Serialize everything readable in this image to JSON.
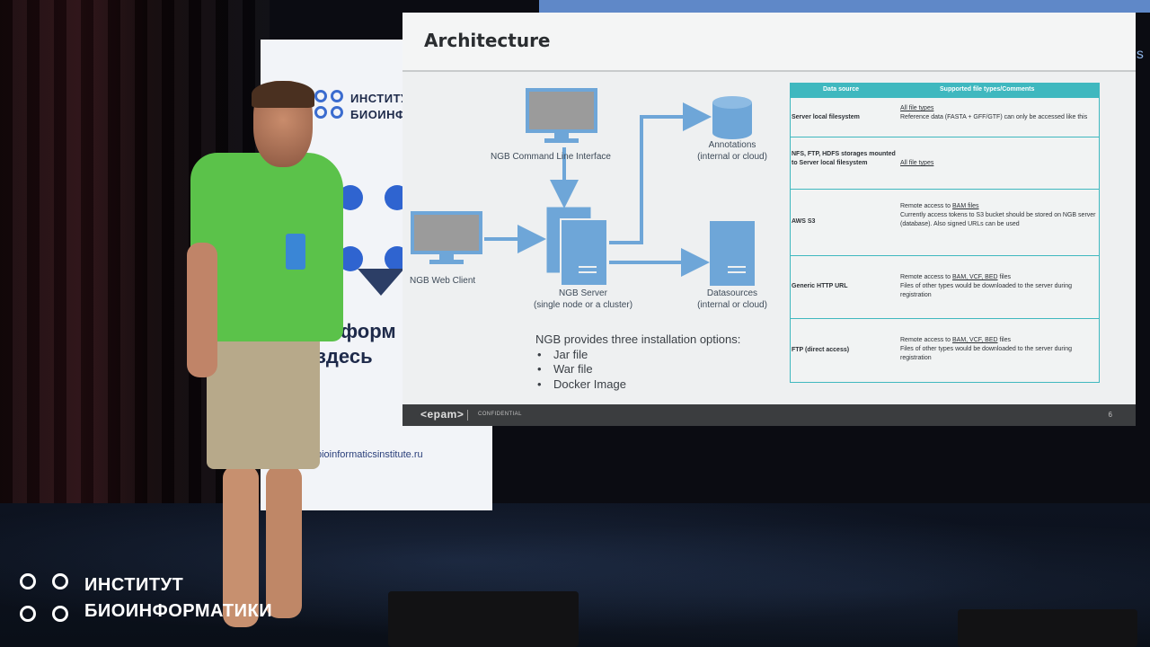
{
  "slide": {
    "title": "Architecture",
    "side_fragment": "ns",
    "diagram": {
      "cli_label": "NGB Command   Line Interface",
      "annotations_label": "Annotations",
      "annotations_sub": "(internal or cloud)",
      "web_client_label": "NGB Web Client",
      "server_label": "NGB Server",
      "server_sub": "(single node or a cluster)",
      "datasources_label": "Datasources",
      "datasources_sub": "(internal or cloud)"
    },
    "install": {
      "heading": "NGB provides three installation options:",
      "options": [
        "Jar file",
        "War file",
        "Docker Image"
      ]
    },
    "table": {
      "col1": "Data source",
      "col2": "Supported file types/Comments",
      "rows": [
        {
          "source": "Server local filesystem",
          "link": "All file types",
          "comment": "Reference data (FASTA + GFF/GTF) can only be accessed like this"
        },
        {
          "source": "NFS, FTP, HDFS storages mounted to Server local filesystem",
          "link": "All file types",
          "comment": ""
        },
        {
          "source": "AWS S3",
          "lead": "Remote access to",
          "link": "BAM files",
          "comment": "Currently access tokens to S3 bucket should be stored on NGB server (database). Also signed URLs can be used"
        },
        {
          "source": "Generic HTTP URL",
          "lead": "Remote access to",
          "link": "BAM, VCF, BED",
          "tail": "files",
          "comment": "Files of other types would be downloaded to the server during registration"
        },
        {
          "source": "FTP (direct access)",
          "lead": "Remote access to",
          "link": "BAM, VCF, BED",
          "tail": "files",
          "comment": "Files of other types would be downloaded to the server during registration"
        }
      ]
    },
    "footer": {
      "logo": "<epam>",
      "confidential": "CONFIDENTIAL",
      "page": "6"
    }
  },
  "banner": {
    "title_line1": "ИНСТИТУТ",
    "title_line2": "БИОИНФОР",
    "text_line1": "информ",
    "text_line2": "здесь",
    "url": "bioinformaticsinstitute.ru"
  },
  "watermark": {
    "line1": "ИНСТИТУТ",
    "line2": "БИОИНФОРМАТИКИ"
  },
  "colors": {
    "table_accent": "#3fb8bf",
    "diagram_blue": "#6ea6d8",
    "shirt_green": "#5bc24a",
    "footer_dark": "#3b3d3f"
  }
}
